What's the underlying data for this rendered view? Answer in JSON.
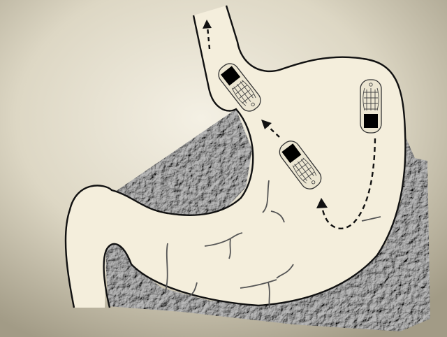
{
  "illustration": {
    "subject": "stomach-with-capsule-devices",
    "devices_count": 3,
    "arrows_count": 3,
    "colors": {
      "background_center": "#f3efe3",
      "background_edge": "#a39c87",
      "stomach_fill": "#f4eedc",
      "outline": "#111111",
      "crumpled_texture": "#8c8c8c",
      "device_body": "#ece6d2",
      "device_screen": "#000000",
      "fold_lines": "#555555"
    }
  }
}
